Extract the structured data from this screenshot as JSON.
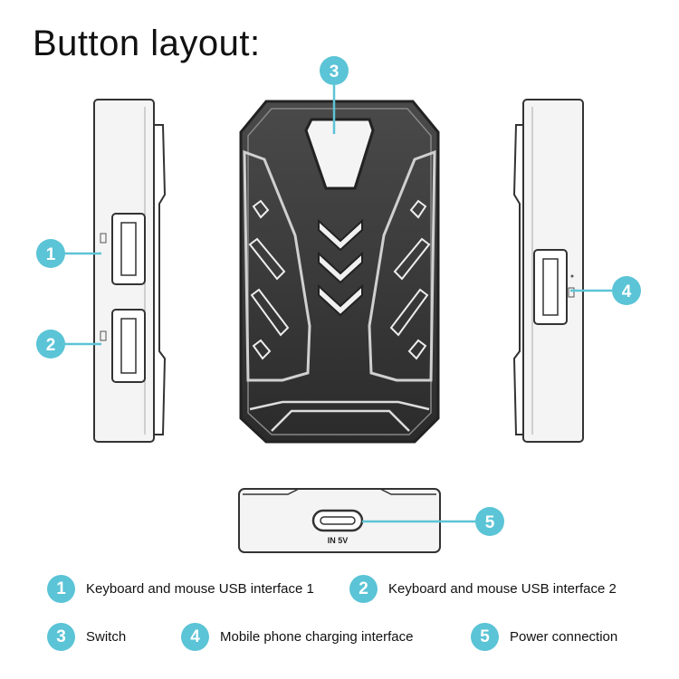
{
  "title": "Button layout:",
  "accent_color": "#5bc4d6",
  "port_label": "IN 5V",
  "callouts": [
    "1",
    "2",
    "3",
    "4",
    "5"
  ],
  "legend": [
    {
      "num": "1",
      "label": "Keyboard and mouse USB interface 1"
    },
    {
      "num": "2",
      "label": "Keyboard and mouse USB interface 2"
    },
    {
      "num": "3",
      "label": "Switch"
    },
    {
      "num": "4",
      "label": "Mobile phone charging interface"
    },
    {
      "num": "5",
      "label": "Power connection"
    }
  ]
}
